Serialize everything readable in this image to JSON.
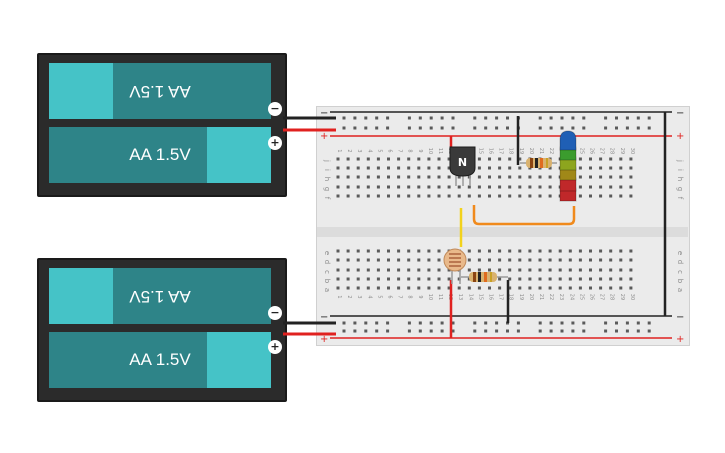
{
  "battery_packs": [
    {
      "top_cell_label": "AA 1.5V",
      "bottom_cell_label": "AA 1.5V",
      "neg_symbol": "−",
      "pos_symbol": "+"
    },
    {
      "top_cell_label": "AA 1.5V",
      "bottom_cell_label": "AA 1.5V",
      "neg_symbol": "−",
      "pos_symbol": "+"
    }
  ],
  "breadboard": {
    "rail_minus": "−",
    "rail_plus": "+",
    "column_numbers": [
      "1",
      "2",
      "3",
      "4",
      "5",
      "6",
      "7",
      "8",
      "9",
      "10",
      "11",
      "12",
      "13",
      "14",
      "15",
      "16",
      "17",
      "18",
      "19",
      "20",
      "21",
      "22",
      "23",
      "24",
      "25",
      "26",
      "27",
      "28",
      "29",
      "30"
    ],
    "row_letters_top": [
      "j",
      "i",
      "h",
      "g",
      "f"
    ],
    "row_letters_bottom": [
      "e",
      "d",
      "c",
      "b",
      "a"
    ]
  },
  "transistor": {
    "label": "N"
  },
  "colors": {
    "wire_red": "#e0211f",
    "wire_black": "#222222",
    "wire_yellow": "#f2d21c",
    "wire_orange": "#f08a1c",
    "battery_dark": "#2e8488",
    "battery_light": "#45c3c7",
    "led_colors": [
      "#1f5fb5",
      "#3b9c2e",
      "#8da51e",
      "#a08818",
      "#c0282a",
      "#c0282a"
    ]
  }
}
